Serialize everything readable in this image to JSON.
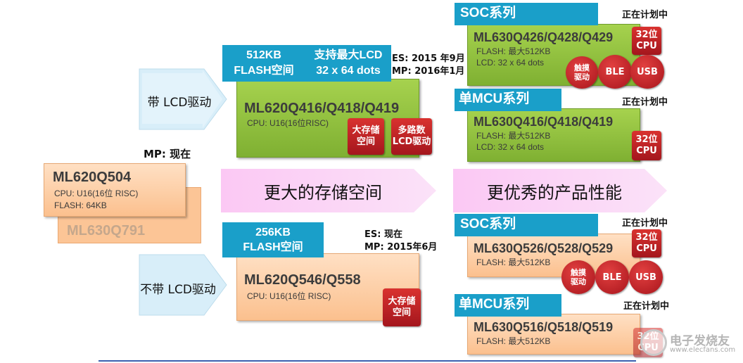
{
  "colors": {
    "blue": "#1a9fc9",
    "green": "#8fc33f",
    "orange": "#fbc08e",
    "red": "#c0222a",
    "pink": "#fbd3f6"
  },
  "left": {
    "mp_now": "MP: 现在",
    "model": "ML620Q504",
    "cpu": "CPU: U16(16位 RISC)",
    "flash": "FLASH: 64KB",
    "back_model": "ML630Q791"
  },
  "arrows": {
    "with_lcd": "带 LCD驱动",
    "without_lcd": "不带 LCD驱动",
    "bigger_storage": "更大的存储空间",
    "better_perf": "更优秀的产品性能"
  },
  "top_mid": {
    "tag1_line1": "512KB",
    "tag1_line2": "FLASH空间",
    "tag2_line1": "支持最大LCD",
    "tag2_line2": "32 x 64 dots",
    "es": "ES: 2015 年9月",
    "mp": "MP: 2016年1月",
    "model": "ML620Q416/Q418/Q419",
    "cpu": "CPU: U16(16位RISC)",
    "badge1_line1": "大存储",
    "badge1_line2": "空间",
    "badge2_line1": "多路数",
    "badge2_line2": "LCD驱动"
  },
  "bottom_mid": {
    "tag_line1": "256KB",
    "tag_line2": "FLASH空间",
    "es": "ES: 现在",
    "mp": "MP: 2015年6月",
    "model": "ML620Q546/Q558",
    "cpu": "CPU: U16(16位 RISC)",
    "badge_line1": "大存储",
    "badge_line2": "空间"
  },
  "right": {
    "soc1": {
      "title": "SOC系列",
      "plan": "正在计划中",
      "model": "ML630Q426/Q428/Q429",
      "flash": "FLASH: 最大512KB",
      "lcd": "LCD: 32  x 64 dots",
      "cpu_line1": "32位",
      "cpu_line2": "CPU",
      "touch_line1": "触摸",
      "touch_line2": "驱动",
      "ble": "BLE",
      "usb": "USB"
    },
    "mcu1": {
      "title": "单MCU系列",
      "plan": "正在计划中",
      "model": "ML630Q416/Q418/Q419",
      "flash": "FLASH: 最大512KB",
      "lcd": "LCD: 32 x 64 dots",
      "cpu_line1": "32位",
      "cpu_line2": "CPU"
    },
    "soc2": {
      "title": "SOC系列",
      "plan": "正在计划中",
      "model": "ML630Q526/Q528/Q529",
      "flash": "FLASH: 最大512KB",
      "cpu_line1": "32位",
      "cpu_line2": "CPU",
      "touch_line1": "触摸",
      "touch_line2": "驱动",
      "ble": "BLE",
      "usb": "USB"
    },
    "mcu2": {
      "title": "单MCU系列",
      "plan": "正在计划中",
      "model": "ML630Q516/Q518/Q519",
      "flash": "FLASH: 最大512KB",
      "cpu_line1": "32位",
      "cpu_line2": "CPU"
    }
  },
  "watermark": {
    "cn": "电子发烧友",
    "en": "www.elecfans.com"
  },
  "chart_data": {
    "type": "diagram",
    "categories": [
      "ML620Q504",
      "ML630Q791",
      "ML620Q416/Q418/Q419",
      "ML620Q546/Q558",
      "ML630Q426/Q428/Q429",
      "ML630Q416/Q418/Q419",
      "ML630Q526/Q528/Q529",
      "ML630Q516/Q518/Q519"
    ]
  }
}
